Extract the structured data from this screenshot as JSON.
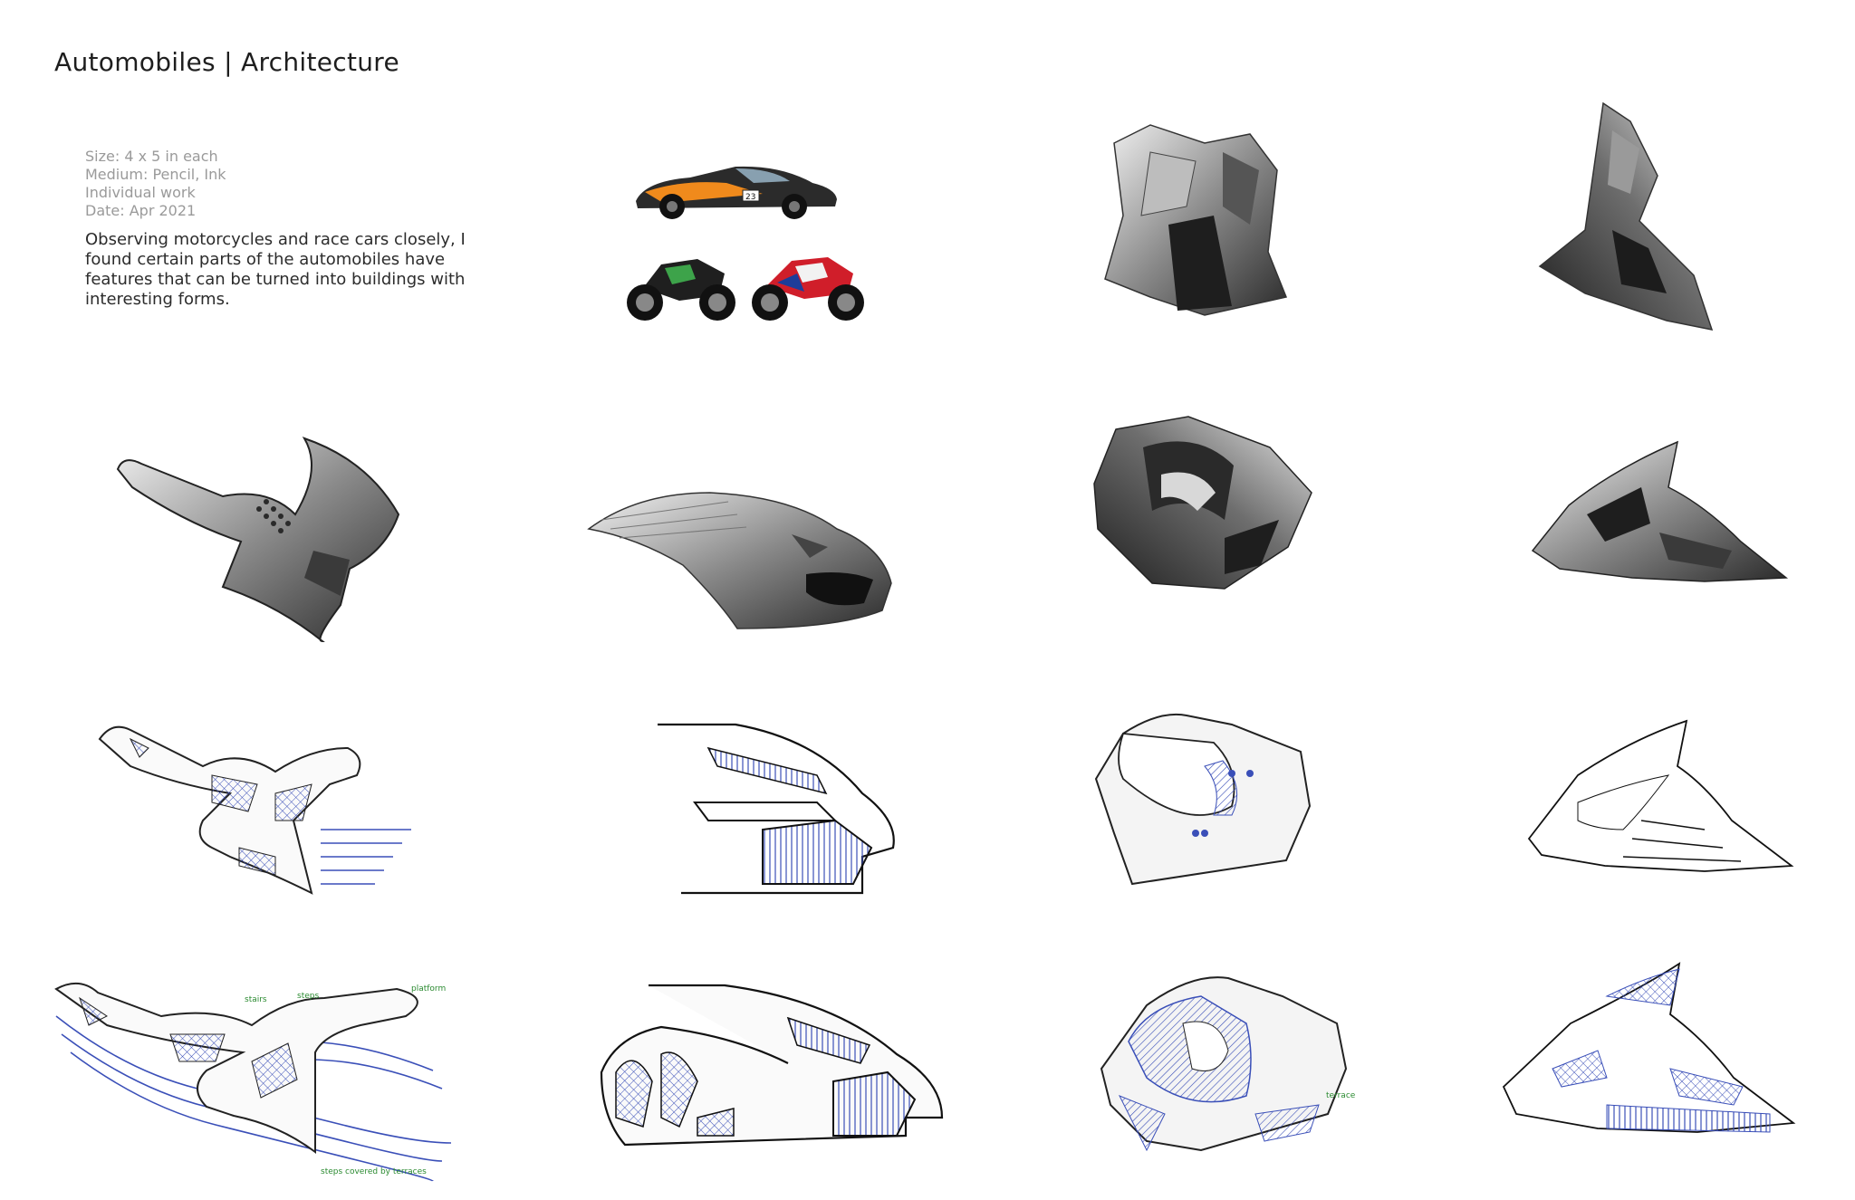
{
  "header": {
    "title": "Automobiles | Architecture"
  },
  "info": {
    "size": "Size: 4 x 5 in each",
    "medium": "Medium: Pencil, Ink",
    "work": "Individual work",
    "date": "Date: Apr 2021",
    "description": "Observing motorcycles and race cars closely, I found certain parts of the automobiles have features that can be turned into buildings with interesting forms."
  },
  "photos": {
    "car_number": "23"
  },
  "annotations": {
    "a1": "stairs",
    "a2": "steps",
    "a3": "platform",
    "a4": "steps covered by terraces",
    "a5": "terrace"
  },
  "colors": {
    "ink_blue": "#3a4fb8",
    "pencil_dark": "#2a2a2a",
    "label_green": "#2a8a30",
    "car_orange": "#f08a1c",
    "bike_red": "#d01e2a",
    "bike_green": "#3da34a"
  }
}
